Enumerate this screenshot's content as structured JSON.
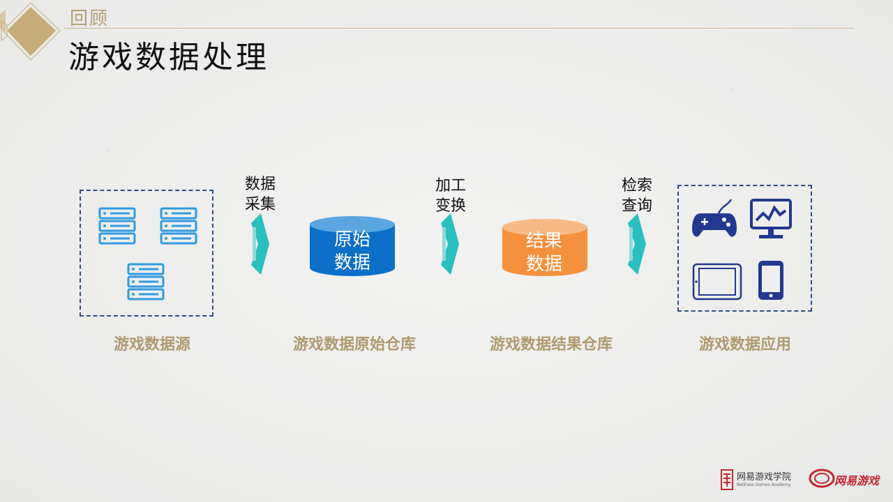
{
  "header": {
    "kicker": "回顾",
    "title": "游戏数据处理"
  },
  "pipeline": {
    "source_label": "游戏数据源",
    "raw_store_label": "游戏数据原始仓库",
    "result_store_label": "游戏数据结果仓库",
    "app_label": "游戏数据应用",
    "arrow1": [
      "数据",
      "采集"
    ],
    "arrow2": [
      "加工",
      "变换"
    ],
    "arrow3": [
      "检索",
      "查询"
    ],
    "raw_cylinder": [
      "原始",
      "数据"
    ],
    "result_cylinder": [
      "结果",
      "数据"
    ]
  },
  "icons": {
    "source": [
      "server-icon",
      "server-icon",
      "server-icon"
    ],
    "apps": [
      "gamepad-icon",
      "monitor-chart-icon",
      "tablet-icon",
      "phone-icon"
    ]
  },
  "colors": {
    "accent_gold": "#ae9a70",
    "arrow_teal": "#2bbfbf",
    "raw_blue": "#0d6fc7",
    "result_orange": "#f5913e",
    "dash_navy": "#2d4f86",
    "server_blue": "#2f9be0",
    "app_navy": "#23398f"
  },
  "footer": {
    "academy": "网易游戏学院",
    "academy_en": "NetEase Games Academy",
    "brand": "网易游戏"
  }
}
